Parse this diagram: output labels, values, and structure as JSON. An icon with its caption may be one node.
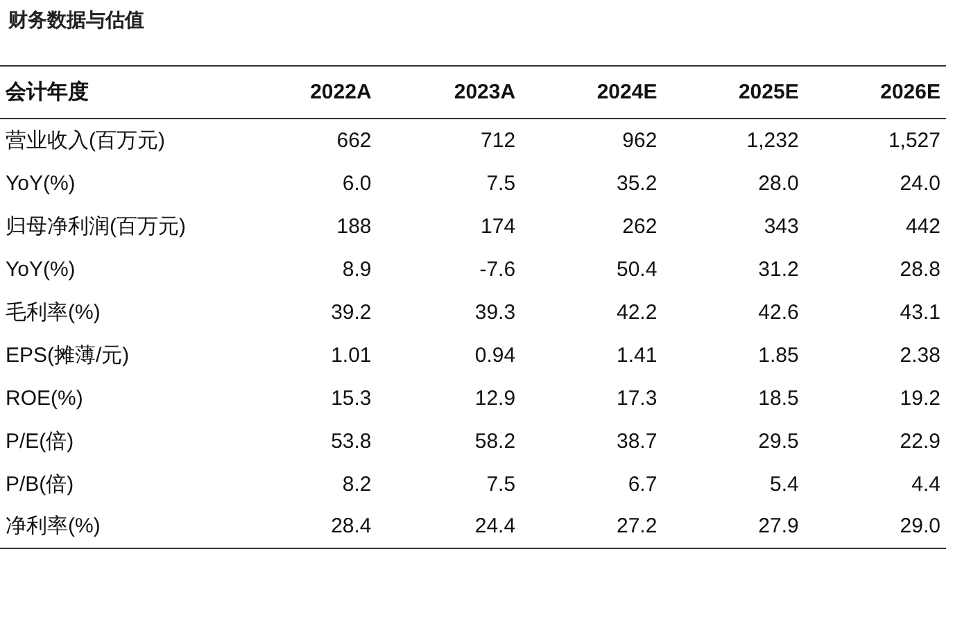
{
  "diagram": {
    "title": "财务数据与估值",
    "labels": [
      "会计年度",
      "2022A",
      "2023A",
      "2024E",
      "2025E",
      "2026E",
      "营业收入(百万元)",
      "662",
      "712",
      "962",
      "1,232",
      "1,527",
      "YoY(%)",
      "6.0",
      "7.5",
      "35.2",
      "28.0",
      "24.0",
      "归母净利润(百万元)",
      "188",
      "174",
      "262",
      "343",
      "442",
      "YoY(%)",
      "8.9",
      "-7.6",
      "50.4",
      "31.2",
      "28.8",
      "毛利率(%)",
      "39.2",
      "39.3",
      "42.2",
      "42.6",
      "43.1",
      "EPS(摊薄/元)",
      "1.01",
      "0.94",
      "1.41",
      "1.85",
      "2.38",
      "ROE(%)",
      "15.3",
      "12.9",
      "17.3",
      "18.5",
      "19.2",
      "P/E(倍)",
      "53.8",
      "58.2",
      "38.7",
      "29.5",
      "22.9",
      "P/B(倍)",
      "8.2",
      "7.5",
      "6.7",
      "5.4",
      "4.4",
      "净利率(%)",
      "28.4",
      "24.4",
      "27.2",
      "27.9",
      "29.0"
    ]
  }
}
